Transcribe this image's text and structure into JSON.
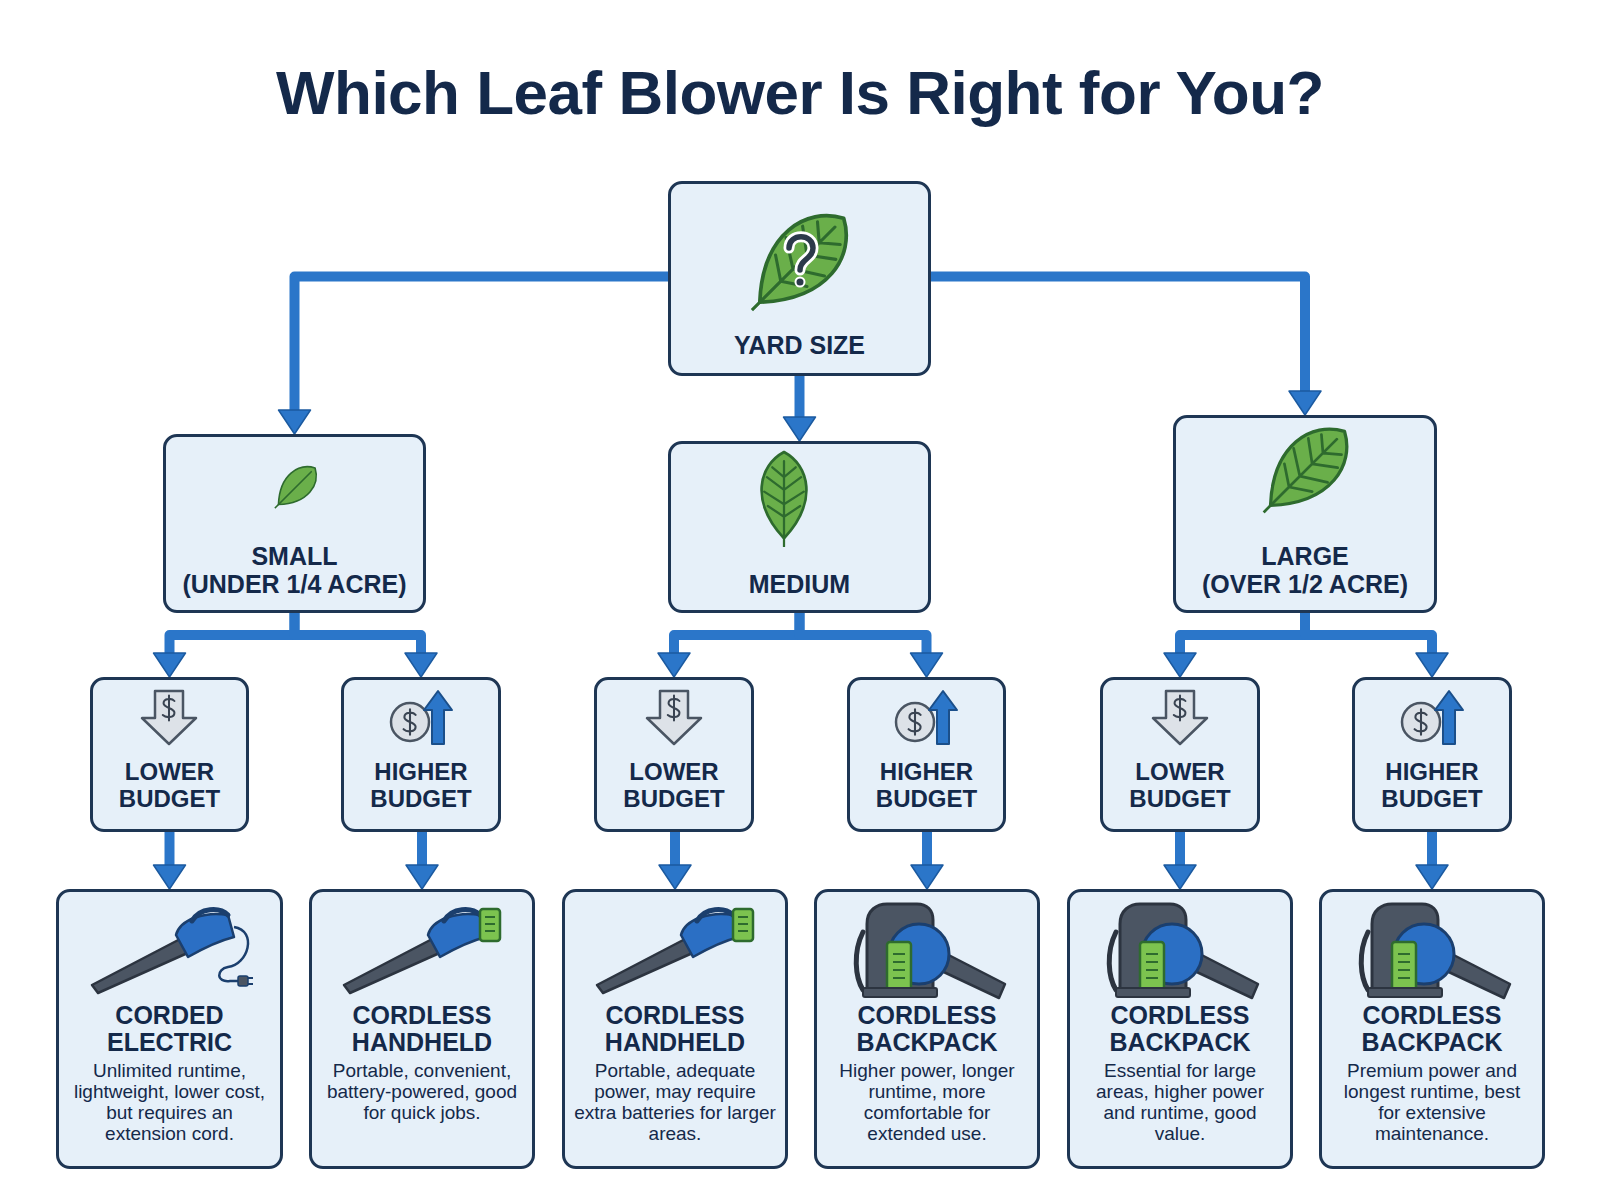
{
  "diagram": {
    "title": "Which Leaf Blower Is Right for You?",
    "nodes": [
      {
        "text": [
          "YARD SIZE"
        ]
      },
      {
        "text": [
          "SMALL",
          "(UNDER 1/4 ACRE)"
        ]
      },
      {
        "text": [
          "MEDIUM"
        ]
      },
      {
        "text": [
          "LARGE",
          "(OVER 1/2 ACRE)"
        ]
      },
      {
        "text": [
          "LOWER BUDGET"
        ]
      },
      {
        "text": [
          "HIGHER BUDGET"
        ]
      },
      {
        "text": [
          "LOWER BUDGET"
        ]
      },
      {
        "text": [
          "HIGHER BUDGET"
        ]
      },
      {
        "text": [
          "LOWER BUDGET"
        ]
      },
      {
        "text": [
          "HIGHER BUDGET"
        ]
      },
      {
        "text": [
          "CORDED ELECTRIC",
          "Unlimited runtime, lightweight, lower cost, but requires an extension cord."
        ]
      },
      {
        "text": [
          "CORDLESS HANDHELD",
          "Portable, convenient, battery-powered, good for quick jobs."
        ]
      },
      {
        "text": [
          "CORDLESS HANDHELD",
          "Portable, adequate power, may require extra batteries for larger areas."
        ]
      },
      {
        "text": [
          "CORDLESS BACKPACK",
          "Higher power, longer runtime, more comfortable for extended use."
        ]
      },
      {
        "text": [
          "CORDLESS BACKPACK",
          "Essential for large areas, higher power and runtime, good value."
        ]
      },
      {
        "text": [
          "CORDLESS BACKPACK",
          "Premium power and longest runtime, best for extensive maintenance."
        ]
      }
    ],
    "edges": [
      {
        "from": 0,
        "to": 1,
        "arrow": "to"
      },
      {
        "from": 0,
        "to": 2,
        "arrow": "to"
      },
      {
        "from": 0,
        "to": 3,
        "arrow": "to"
      },
      {
        "from": 1,
        "to": 4,
        "arrow": "to"
      },
      {
        "from": 1,
        "to": 5,
        "arrow": "to"
      },
      {
        "from": 2,
        "to": 6,
        "arrow": "to"
      },
      {
        "from": 2,
        "to": 7,
        "arrow": "to"
      },
      {
        "from": 3,
        "to": 8,
        "arrow": "to"
      },
      {
        "from": 3,
        "to": 9,
        "arrow": "to"
      },
      {
        "from": 4,
        "to": 10,
        "arrow": "to"
      },
      {
        "from": 5,
        "to": 11,
        "arrow": "to"
      },
      {
        "from": 6,
        "to": 12,
        "arrow": "to"
      },
      {
        "from": 7,
        "to": 13,
        "arrow": "to"
      },
      {
        "from": 8,
        "to": 14,
        "arrow": "to"
      },
      {
        "from": 9,
        "to": 15,
        "arrow": "to"
      }
    ]
  }
}
